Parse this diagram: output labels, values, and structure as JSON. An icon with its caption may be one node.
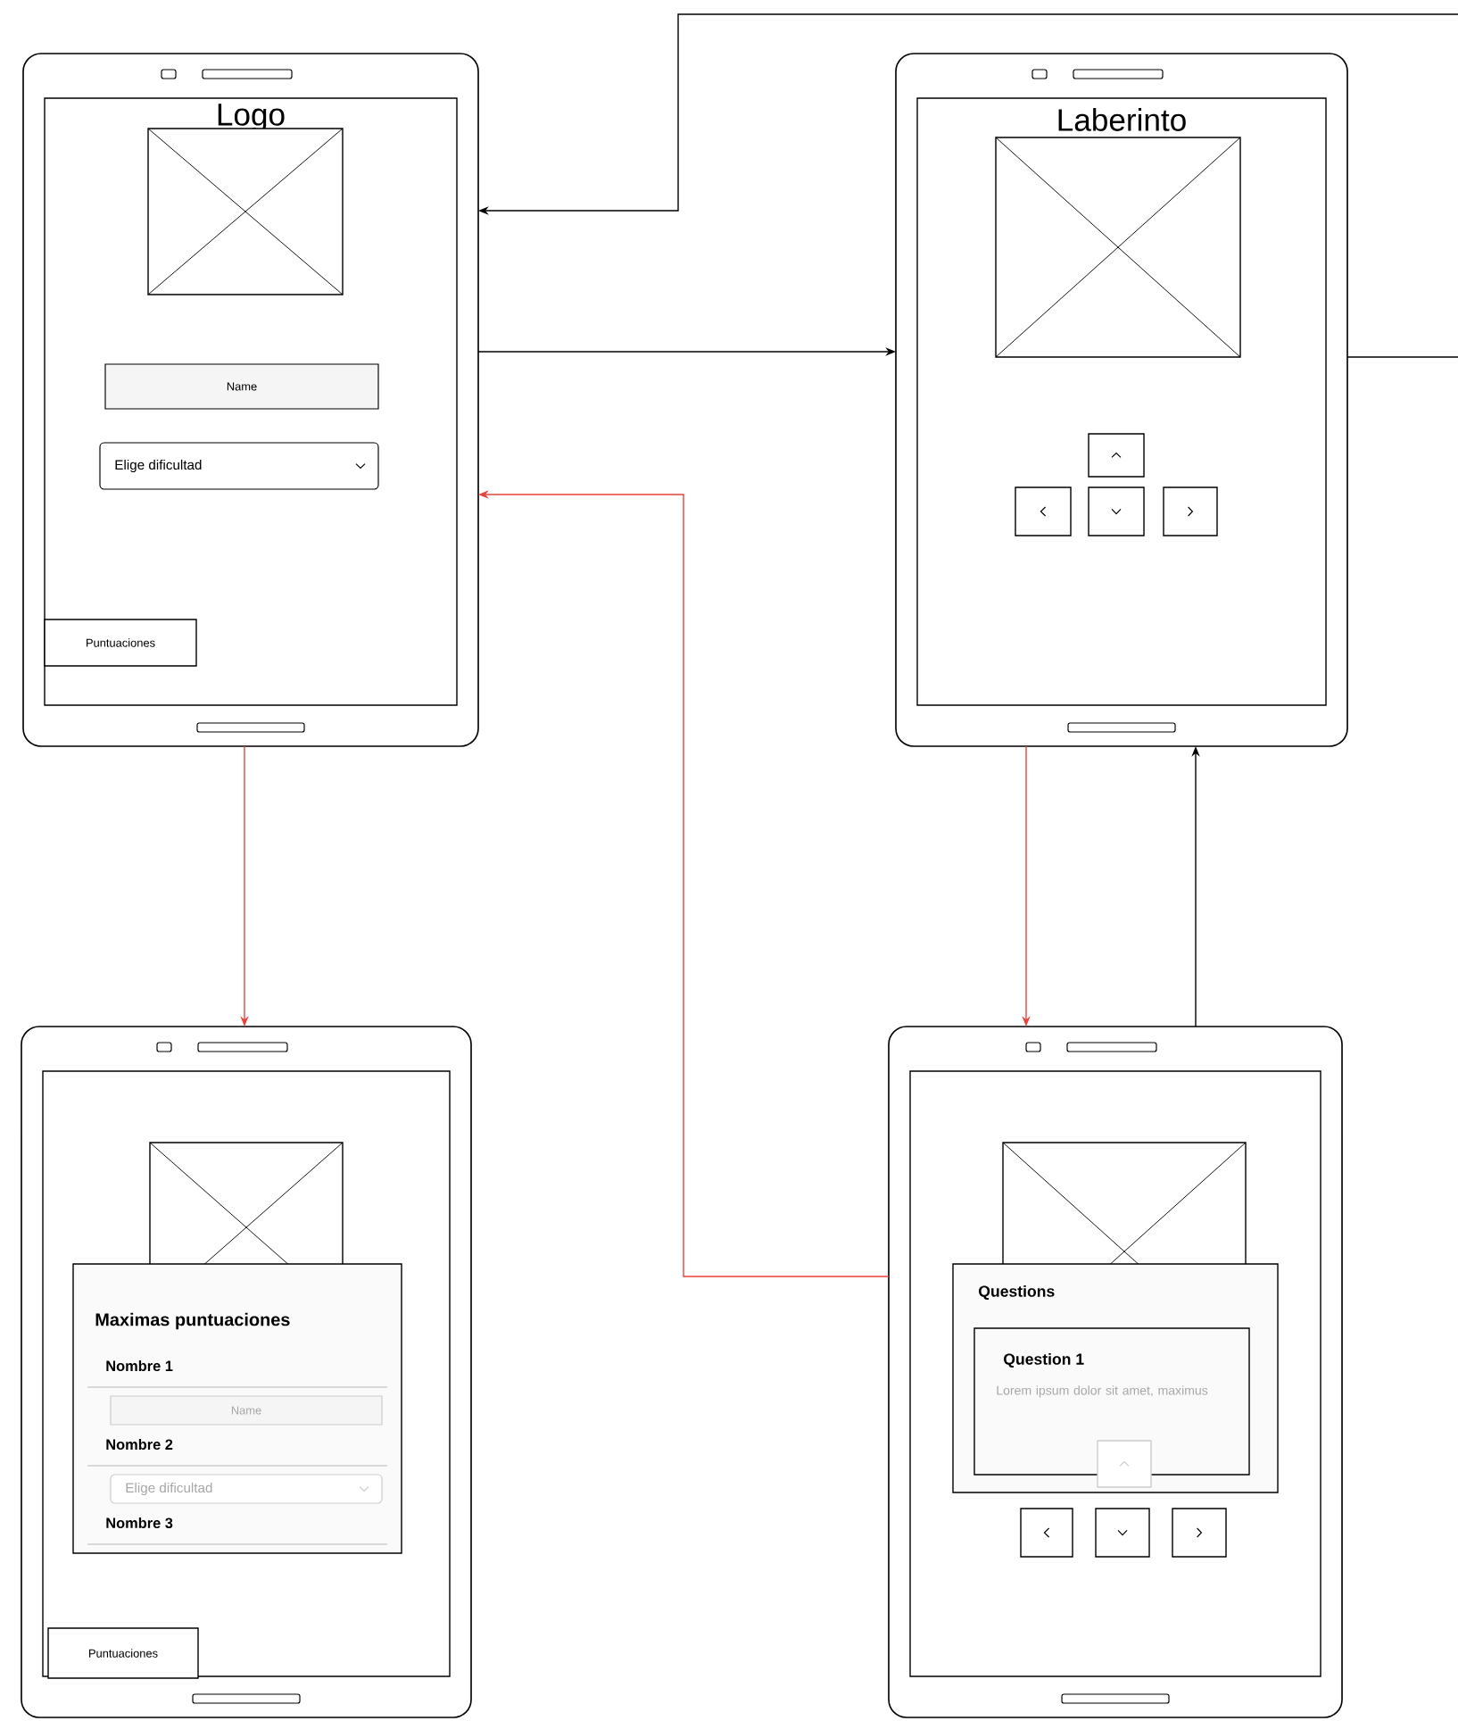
{
  "diagram": {
    "nodes": [
      {
        "text": [
          "Logo"
        ]
      },
      {
        "text": [
          "Name"
        ],
        "in": 0
      },
      {
        "text": [
          "Elige dificultad"
        ],
        "in": 0
      },
      {
        "text": [
          "Puntuaciones"
        ],
        "in": 0
      },
      {
        "text": [
          "Laberinto"
        ]
      },
      {
        "text": [],
        "shape": "phone"
      },
      {
        "text": [
          "Maximas puntuaciones",
          "Nombre 1",
          "Nombre 2",
          "Nombre 3"
        ],
        "in": 5
      },
      {
        "text": [
          "Name"
        ],
        "in": 6
      },
      {
        "text": [
          "Elige dificultad"
        ],
        "in": 6
      },
      {
        "text": [
          "Puntuaciones"
        ],
        "in": 5
      },
      {
        "text": [],
        "shape": "phone"
      },
      {
        "text": [
          "Questions"
        ],
        "in": 10
      },
      {
        "text": [
          "Question 1",
          "Lorem ipsum dolor sit amet, maximus"
        ],
        "in": 11
      }
    ],
    "edges": [
      {
        "from": 0,
        "to": 4,
        "arrow": "to"
      },
      {
        "from": 4,
        "to": 0,
        "arrow": "to"
      },
      {
        "from": 0,
        "to": 5,
        "arrow": "to",
        "color": "#e8433a"
      },
      {
        "from": 4,
        "to": 10,
        "arrow": "to",
        "color": "#e8433a"
      },
      {
        "from": 10,
        "to": 4,
        "arrow": "to"
      },
      {
        "from": 10,
        "to": 0,
        "arrow": "to",
        "color": "#e8433a"
      }
    ]
  }
}
